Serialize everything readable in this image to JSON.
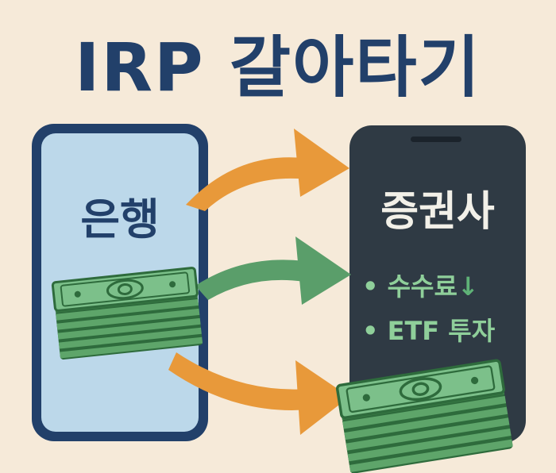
{
  "title": "IRP 갈아타기",
  "bank": {
    "label": "은행"
  },
  "broker": {
    "label": "증권사",
    "bullets": [
      {
        "dot": "•",
        "text": "수수료",
        "arrow": "↓"
      },
      {
        "dot": "•",
        "text": "ETF 투자",
        "arrow": ""
      }
    ]
  },
  "colors": {
    "background": "#f6ead9",
    "title": "#22406a",
    "bank_phone": "#22406a",
    "bank_screen": "#bcd8ea",
    "broker_phone": "#2f3a44",
    "orange_arrow": "#e8993a",
    "green_arrow": "#5a9e6a",
    "cash": "#4f9a5c",
    "bullet_text": "#8fcf9a"
  },
  "icons": [
    "curved-arrow-icon",
    "money-stack-icon",
    "down-arrow-icon"
  ]
}
